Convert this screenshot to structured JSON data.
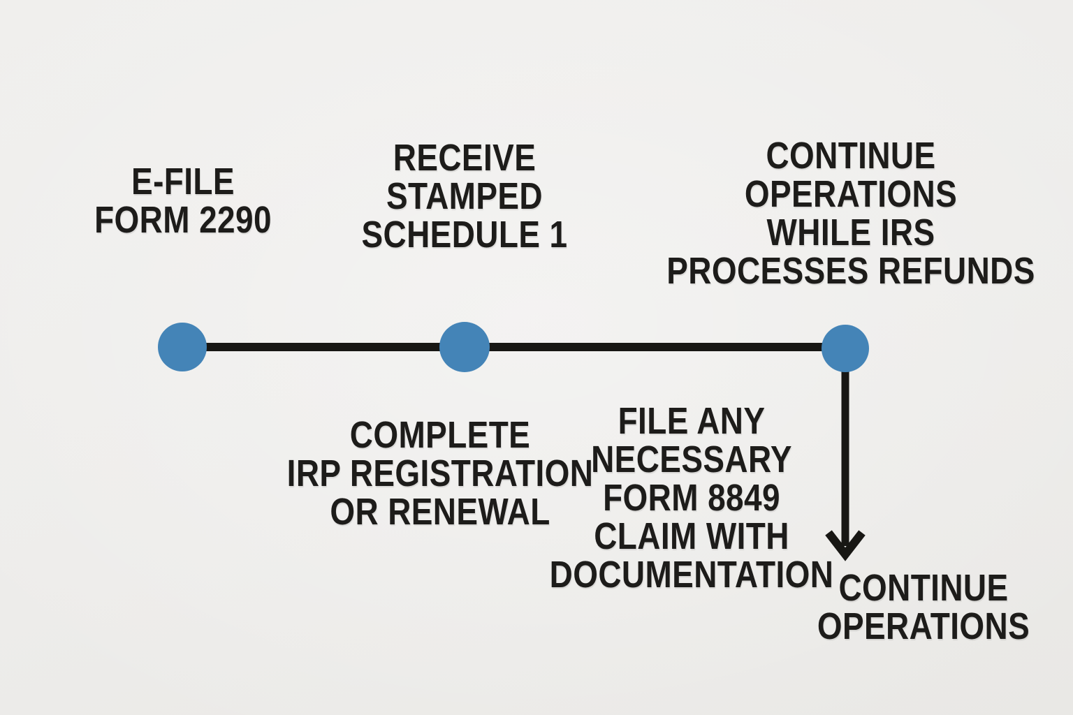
{
  "canvas": {
    "background_color": "#edecea",
    "line_color": "#181714",
    "dot_color": "#4484b7",
    "text_color": "#1d1c1a"
  },
  "timeline": {
    "steps_above": [
      {
        "lines": [
          "E-FILE",
          "FORM 2290"
        ]
      },
      {
        "lines": [
          "RECEIVE",
          "STAMPED",
          "SCHEDULE 1"
        ]
      },
      {
        "lines": [
          "CONTINUE",
          "OPERATIONS",
          "WHILE IRS",
          "PROCESSES REFUNDS"
        ]
      }
    ],
    "steps_below": [
      {
        "lines": [
          "COMPLETE",
          "IRP REGISTRATION",
          "OR RENEWAL"
        ]
      },
      {
        "lines": [
          "FILE ANY",
          "NECESSARY",
          "FORM 8849",
          "CLAIM WITH",
          "DOCUMENTATION"
        ]
      }
    ],
    "arrow_end_label": {
      "lines": [
        "CONTINUE",
        "OPERATIONS"
      ]
    }
  }
}
